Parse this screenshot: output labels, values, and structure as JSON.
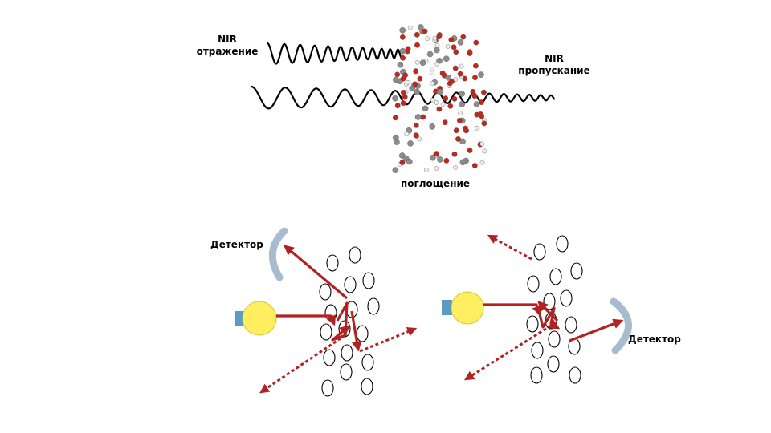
{
  "labels": {
    "nir_reflection": "NIR\nотражение",
    "nir_transmission": "NIR\nпропускание",
    "absorption": "поглощение",
    "detector_left": "Детектор",
    "detector_right": "Детектор"
  },
  "colors": {
    "arrow": "#b22222",
    "lamp": "#ffef60",
    "lamp_base": "#5b9bc0",
    "detector": "#a8bccf",
    "carbon": "#8c8c8c",
    "oxygen": "#c0281e",
    "hydrogen": "#eeeeee",
    "wave": "#000000"
  }
}
